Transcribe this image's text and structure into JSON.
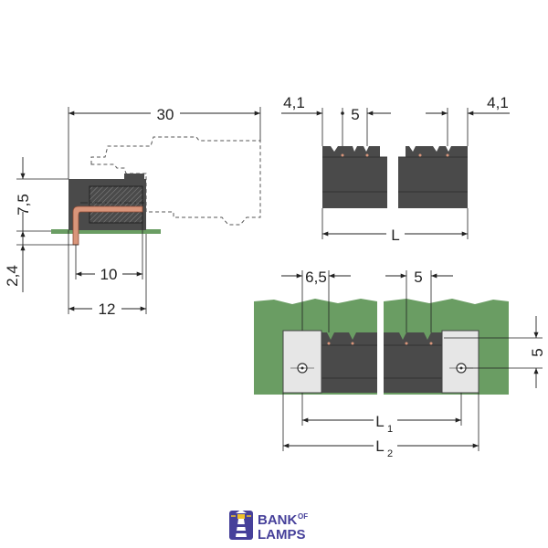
{
  "side_view": {
    "overall_width": "30",
    "height_above_pcb": "7,5",
    "pin_below_pcb": "2,4",
    "pin_distance": "10",
    "body_depth": "12"
  },
  "top_view": {
    "left_offset": "4,1",
    "pitch": "5",
    "right_offset": "4,1",
    "length": "L"
  },
  "bottom_view": {
    "flange_offset": "6,5",
    "pitch": "5",
    "hole_pitch": "5",
    "length_1": "L",
    "length_1_sub": "1",
    "length_2": "L",
    "length_2_sub": "2"
  },
  "logo": {
    "line1": "BANK",
    "line1_small": "OF",
    "line2": "LAMPS"
  },
  "colors": {
    "housing": "#4a4a4a",
    "housing_dark": "#333333",
    "pcb": "#6a9d63",
    "pin": "#d9957a",
    "flange": "#e6e6e6",
    "logo_blue": "#46409a",
    "logo_gold": "#f1c22a"
  }
}
